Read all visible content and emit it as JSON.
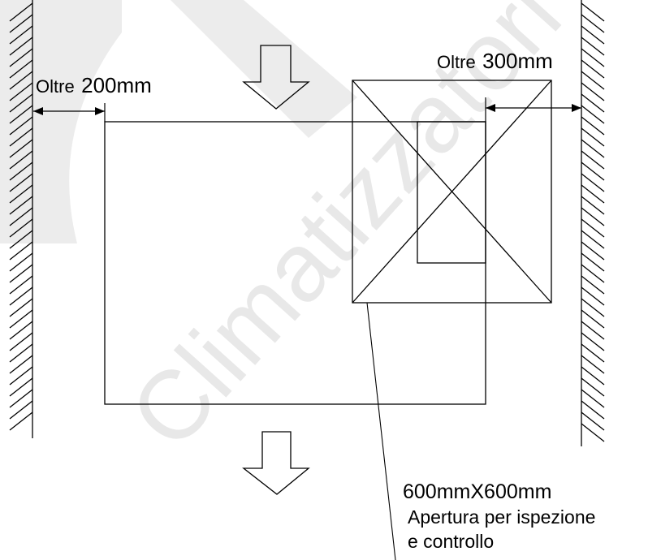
{
  "diagram": {
    "labels": {
      "left_clearance_prefix": "Oltre",
      "left_clearance_value": "200mm",
      "right_clearance_prefix": "Oltre",
      "right_clearance_value": "300mm",
      "opening_size": "600mmX600mm",
      "opening_caption_line1": "Apertura per ispezione",
      "opening_caption_line2": "e controllo"
    },
    "watermark": {
      "text": "Climatizzatori"
    },
    "colors": {
      "line": "#000000",
      "watermark": "#e6e6e6",
      "background": "#ffffff"
    }
  }
}
